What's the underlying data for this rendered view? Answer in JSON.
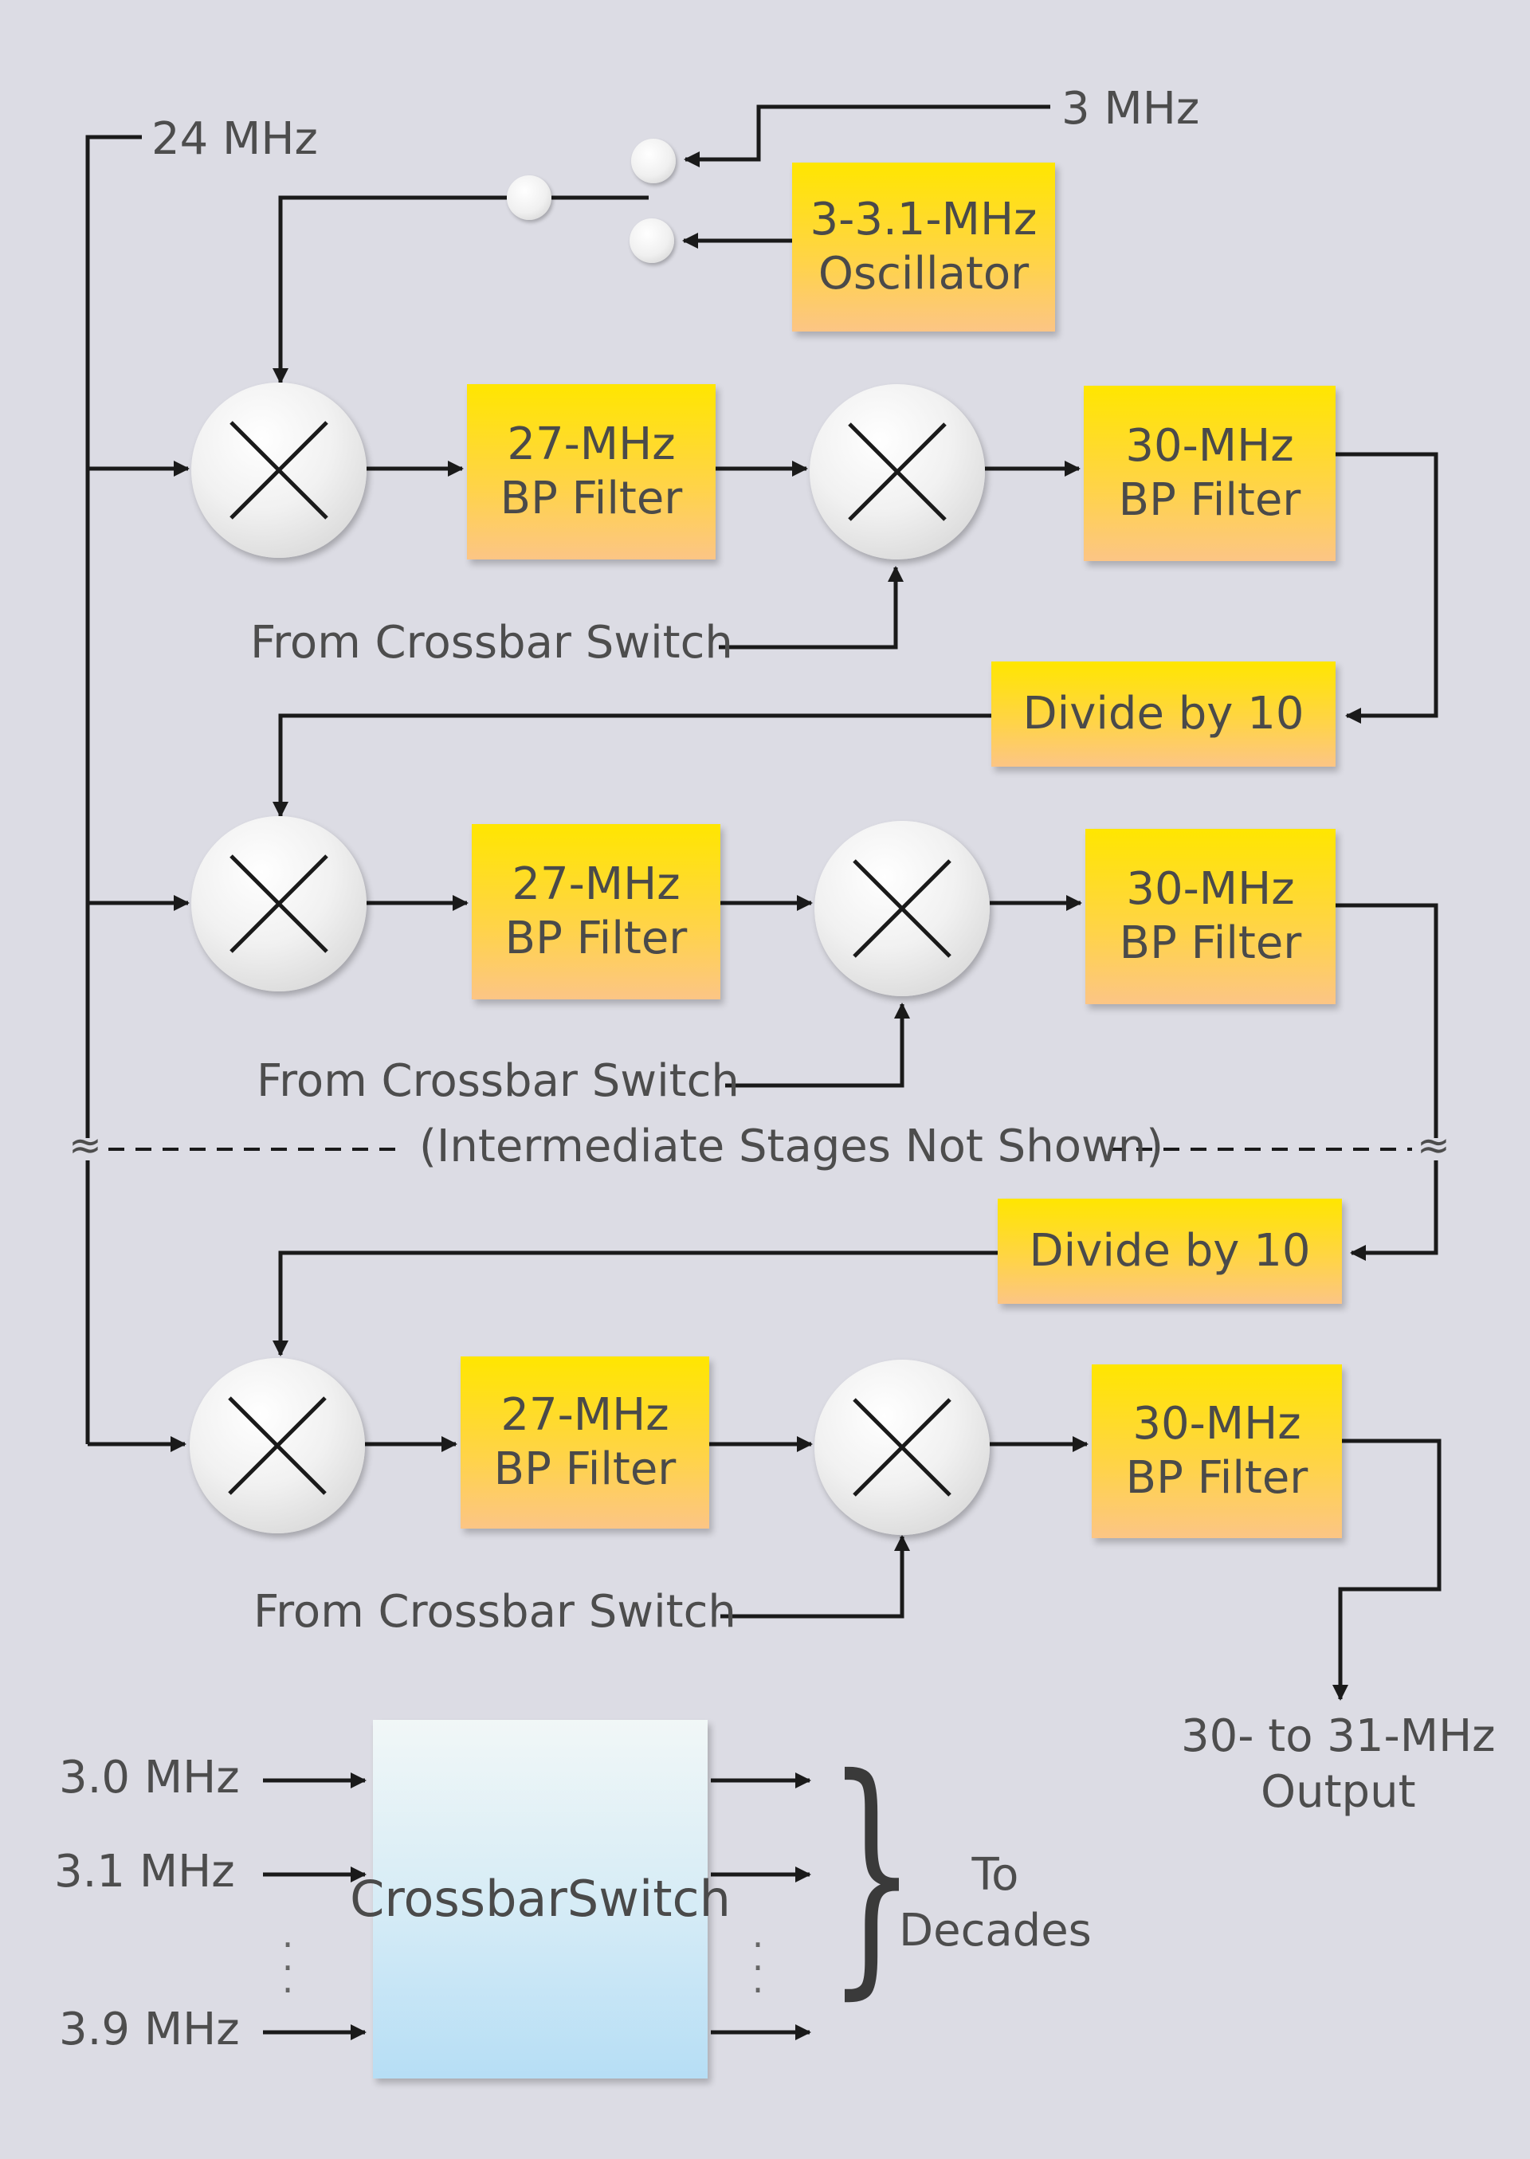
{
  "inputs": {
    "ref_24": "24 MHz",
    "ref_3": "3 MHz"
  },
  "oscillator": {
    "line1": "3-3.1-MHz",
    "line2": "Oscillator"
  },
  "filter_27": {
    "line1": "27-MHz",
    "line2": "BP Filter"
  },
  "filter_30": {
    "line1": "30-MHz",
    "line2": "BP Filter"
  },
  "divider": "Divide by 10",
  "crossbar_source": "From Crossbar Switch",
  "omitted_stages": "(Intermediate Stages Not Shown)",
  "break_mark": "≈",
  "output": {
    "line1": "30- to 31-MHz",
    "line2": "Output"
  },
  "crossbar": {
    "line1": "Crossbar",
    "line2": "Switch",
    "in_first": "3.0 MHz",
    "in_second": "3.1 MHz",
    "in_last": "3.9 MHz",
    "to_line1": "To",
    "to_line2": "Decades"
  },
  "colors": {
    "background": "#dcdce4",
    "filter_box": "#ffd34a",
    "crossbar_box": "#cfe8f4",
    "line": "#1a1a1a",
    "text": "#4d4d4d"
  }
}
